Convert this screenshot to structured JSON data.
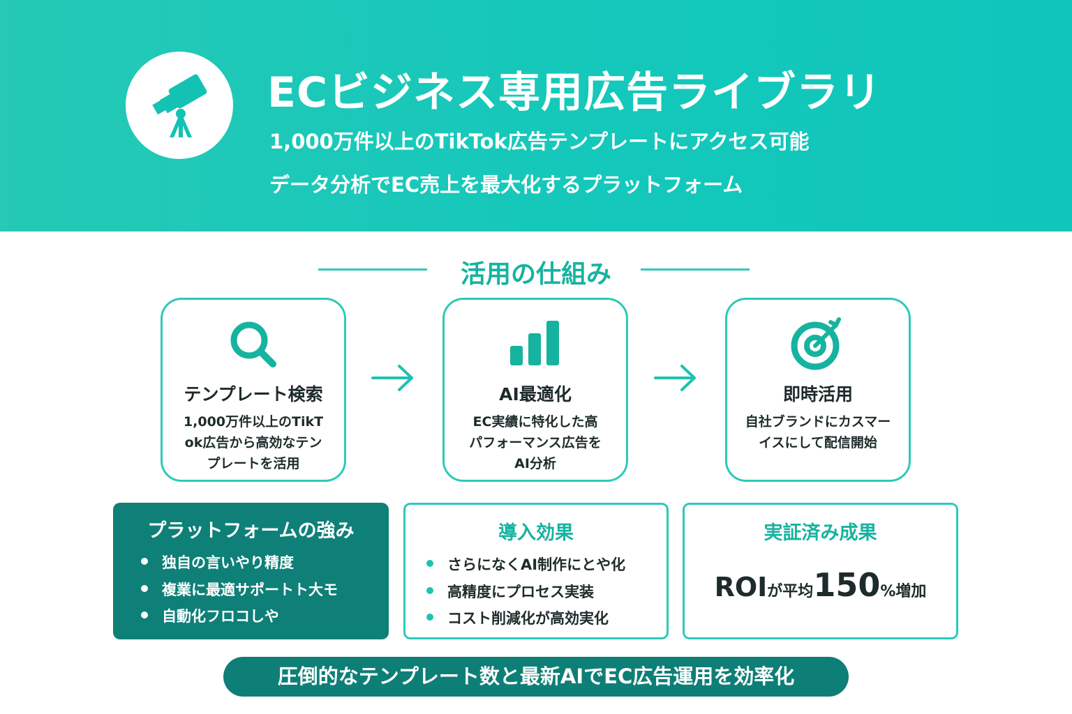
{
  "header": {
    "title": "ECビジネス専用広告ライブラリ",
    "subtitle1": "1,000万件以上のTikTok広告テンプレートにアクセス可能",
    "subtitle2": "データ分析でEC売上を最大化するプラットフォーム",
    "logo_icon": "telescope-icon"
  },
  "section_title": "活用の仕組み",
  "steps": [
    {
      "icon": "search-icon",
      "title": "テンプレート検索",
      "desc": [
        "1,000万件以上のTikT",
        "ok広告から高効なテン",
        "プレートを活用"
      ]
    },
    {
      "icon": "bar-chart-icon",
      "title": "AI最適化",
      "desc": [
        "EC実績に特化した高",
        "パフォーマンス広告を",
        "AI分析"
      ]
    },
    {
      "icon": "target-icon",
      "title": "即時活用",
      "desc": [
        "自社ブランドにカスマー",
        "イスにして配信開始"
      ]
    }
  ],
  "strengths": {
    "title": "プラットフォームの強み",
    "items": [
      "独自の言いやり精度",
      "複業に最適サポートト大モ",
      "自動化フロコしや"
    ]
  },
  "effects": {
    "title": "導入効果",
    "items": [
      "さらになくAI制作にとや化",
      "高精度にプロセス実装",
      "コスト削減化が高効実化"
    ]
  },
  "results": {
    "title": "実証済み成果",
    "roi_prefix": "ROI",
    "roi_mid": "が平均",
    "roi_value": "150",
    "roi_suffix": "%増加"
  },
  "banner": "圧倒的なテンプレート数と最新AIでEC広告運用を効率化",
  "colors": {
    "accent": "#16b3a0",
    "dark": "#0e8078",
    "header": "#13c8bb"
  }
}
